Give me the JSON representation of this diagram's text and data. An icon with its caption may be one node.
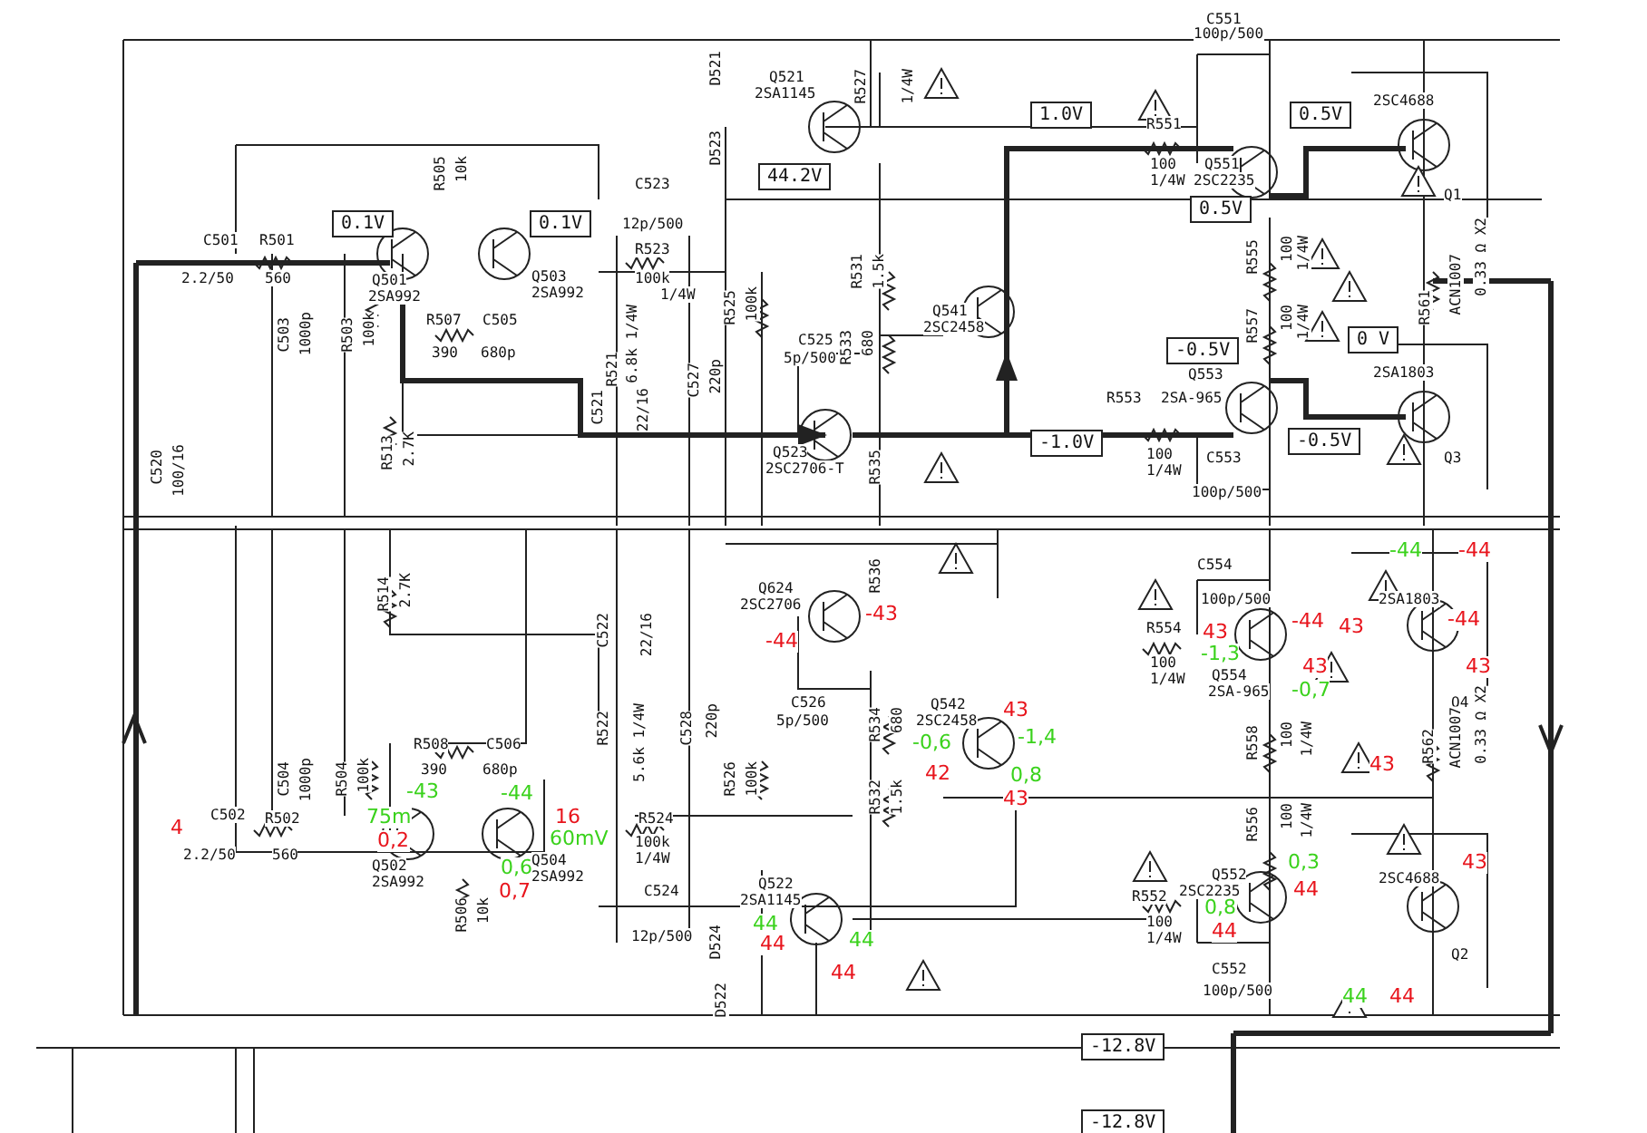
{
  "diagram": {
    "labels": [
      "C501",
      "2.2/50",
      "R501",
      "560",
      "0.1V",
      "R505",
      "10k",
      "Q501",
      "2SA992",
      "Q503",
      "2SA992",
      "0.1V",
      "C503",
      "1000p",
      "R503",
      "100k",
      "R507",
      "390",
      "C505",
      "680p",
      "C523",
      "12p/500",
      "R523",
      "100k",
      "1/4W",
      "R521",
      "6.8k 1/4W",
      "C521",
      "22/16",
      "C527",
      "220p",
      "R525",
      "100k",
      "R513",
      "2.7K",
      "C520",
      "100/16",
      "D521",
      "D523",
      "Q521",
      "2SA1145",
      "44.2V",
      "R527",
      "1/4W",
      "R531",
      "1.5k",
      "C525",
      "5p/500",
      "R533",
      "680",
      "Q541",
      "2SC2458",
      "Q523",
      "2SC2706-T",
      "R535",
      "1.0V",
      "-1.0V",
      "R551",
      "100",
      "1/4W",
      "C551",
      "100p/500",
      "Q551",
      "2SC2235",
      "0.5V",
      "0.5V",
      "R555",
      "100",
      "1/4W",
      "R557",
      "100",
      "1/4W",
      "-0.5V",
      "Q553",
      "R553",
      "2SA-965",
      "100",
      "1/4W",
      "C553",
      "100p/500",
      "-0.5V",
      "0 V",
      "2SC4688",
      "Q1",
      "R561",
      "ACN1007",
      "0.33 Ω X2",
      "2SA1803",
      "Q3",
      "R514",
      "2.7K",
      "C504",
      "1000p",
      "R504",
      "100k",
      "4",
      "C502",
      "2.2/50",
      "R502",
      "560",
      "R508",
      "390",
      "C506",
      "680p",
      "-43",
      "-44",
      "75m",
      "0,2",
      "Q502",
      "2SA992",
      "16",
      "60mV",
      "0,6",
      "Q504",
      "2SA992",
      "0,7",
      "R506",
      "10k",
      "C522",
      "22/16",
      "R522",
      "5.6k 1/4W",
      "C528",
      "220p",
      "R524",
      "100k",
      "1/4W",
      "C524",
      "12p/500",
      "R526",
      "100k",
      "Q624",
      "2SC2706",
      "-44",
      "-43",
      "R536",
      "C526",
      "5p/500",
      "R534",
      "680",
      "R532",
      "1.5k",
      "Q542",
      "2SC2458",
      "43",
      "-0,6",
      "-1,4",
      "42",
      "0,8",
      "43",
      "Q522",
      "2SA1145",
      "44",
      "44",
      "44",
      "44",
      "D524",
      "D522",
      "C554",
      "100p/500",
      "R554",
      "100",
      "1/4W",
      "43",
      "-1,3",
      "-44",
      "Q554",
      "2SA-965",
      "43",
      "-0,7",
      "43",
      "-44",
      "-44",
      "2SA1803",
      "-44",
      "43",
      "Q4",
      "R558",
      "100",
      "1/4W",
      "43",
      "R562",
      "ACN1007",
      "0.33 Ω X2",
      "R556",
      "100",
      "1/4W",
      "0,3",
      "44",
      "Q552",
      "2SC2235",
      "0,8",
      "44",
      "R552",
      "100",
      "1/4W",
      "2SC4688",
      "43",
      "C552",
      "100p/500",
      "Q2",
      "44",
      "44",
      "-12.8V",
      "-12.8V"
    ]
  }
}
